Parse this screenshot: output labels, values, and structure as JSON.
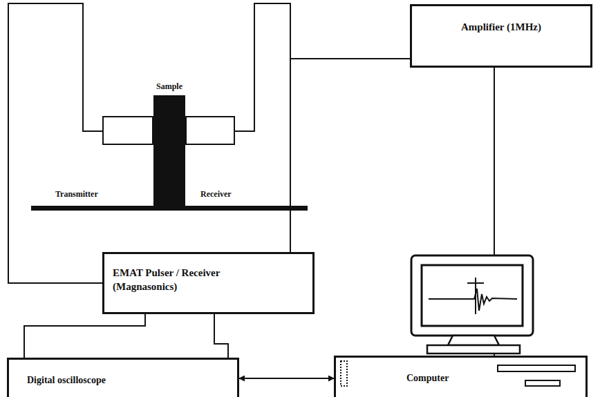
{
  "diagram": {
    "nodes": [
      {
        "text": [
          "Amplifier (1MHz)"
        ]
      },
      {
        "text": [
          "Sample"
        ]
      },
      {
        "text": [
          "Transmitter"
        ]
      },
      {
        "text": [
          "Receiver"
        ]
      },
      {
        "text": [
          "EMAT Pulser / Receiver (Magnasonics)"
        ]
      },
      {
        "text": [
          "Digital oscilloscope"
        ]
      },
      {
        "text": [
          "Computer"
        ]
      }
    ],
    "edges": [
      {
        "from": 2,
        "to": 4,
        "arrow": "none"
      },
      {
        "from": 3,
        "to": 4,
        "arrow": "none"
      },
      {
        "from": 3,
        "to": 0,
        "arrow": "none"
      },
      {
        "from": 0,
        "to": 6,
        "arrow": "none"
      },
      {
        "from": 4,
        "to": 5,
        "arrow": "none"
      },
      {
        "from": 4,
        "to": 5,
        "arrow": "none"
      },
      {
        "from": 5,
        "to": 6,
        "arrow": "both"
      }
    ]
  }
}
